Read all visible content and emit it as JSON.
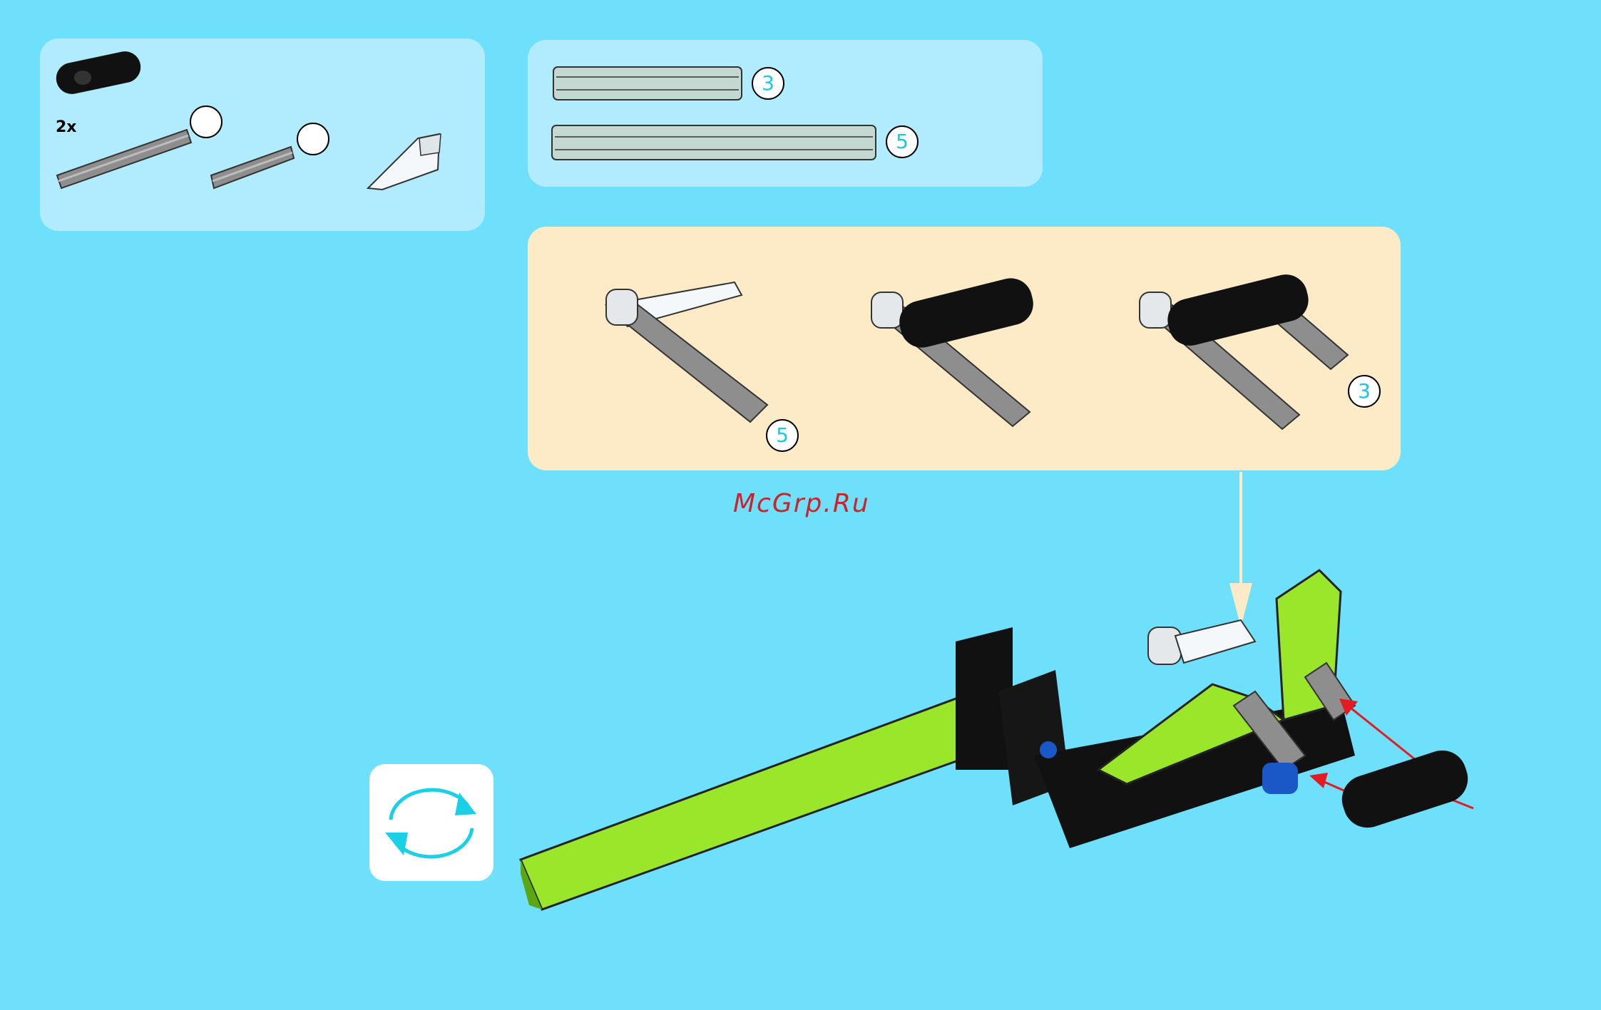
{
  "parts_panel": {
    "qty_label": "2x",
    "count_long_axle": "",
    "count_short_axle": ""
  },
  "axle_lengths": [
    {
      "length": "3"
    },
    {
      "length": "5"
    }
  ],
  "subassembly": {
    "step1_axle_length": "5",
    "step3_axle_length": "3"
  },
  "watermark": "McGrp.Ru",
  "icons": [
    "rotate-model-icon"
  ],
  "colors": {
    "background": "#6fe0fb",
    "parts_panel": "#b0ecfd",
    "subassembly_panel": "#fcebc6",
    "beam_green": "#9ae62a",
    "number_text": "#19c8e2"
  }
}
